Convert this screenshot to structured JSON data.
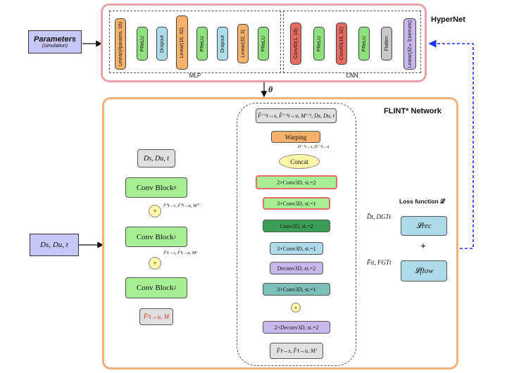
{
  "hypernet": {
    "title": "HyperNet",
    "mlp_label": "MLP",
    "cnn_label": "CNN",
    "mlp_layers": [
      "Linear(#params, 16)",
      "PReLU",
      "Dropout",
      "Linear(16, 32)",
      "PReLU",
      "Dropout",
      "Linear(32, 3)",
      "PReLU"
    ],
    "cnn_layers": [
      "ConvID(1, 16)",
      "PReLU",
      "ConvID(16, 32)",
      "PReLU",
      "Flatten",
      "Linear(32×3,kernels)"
    ],
    "theta": "θ"
  },
  "params": {
    "label": "Parameters",
    "sub": "(simulation)"
  },
  "input_label": "Ds, Du, t",
  "flint": {
    "title": "FLINT* Network",
    "ds_box": "Ds, Du, t",
    "conv_block": "Conv Block",
    "sup0": "0",
    "sup1": "1",
    "sup2": "2",
    "anno0": "F̂⁰t→s, F̂⁰t→u, M⁰",
    "anno1": "F̂¹t→s, F̂¹t→u, M¹",
    "out": "F̂²t→u, M",
    "plus": "+"
  },
  "detail": {
    "top": "F̂ⁱ⁻¹t→s, F̂ⁱ⁻¹t→u, Mⁱ⁻¹, Ds, Du, t",
    "warping": "Warping",
    "warp_anno": "Dⁱ⁻¹t→s, Dⁱ⁻¹t→u",
    "concat": "Concat",
    "b1": "2×Conv3D, st.=2",
    "b2": "3×Conv3D, st.=1",
    "b3": "Conv3D, st.=2",
    "b4": "3×Conv3D, st.=1",
    "b5": "Deconv3D, st.=2",
    "b6": "3×Conv3D, st.=1",
    "b7": "2×Deconv3D, st.=2",
    "bottom": "F̂ⁱt→s, F̂ⁱt→u, Mⁱ"
  },
  "loss": {
    "title": "Loss function 𝓛",
    "in1": "D̂t, DGTt",
    "in2": "F̂it, FGTt",
    "rec": "𝓛rec",
    "flow": "𝓛flow",
    "plus": "+"
  }
}
